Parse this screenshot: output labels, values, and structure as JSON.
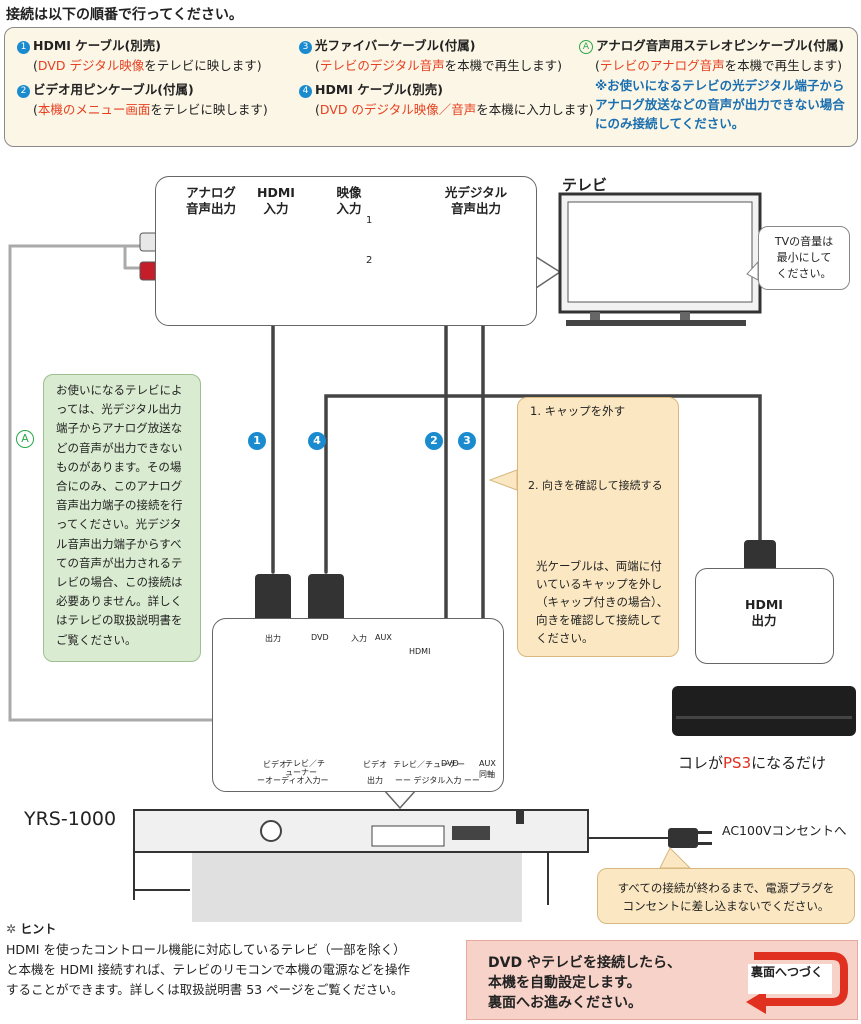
{
  "page_title": "接続は以下の順番で行ってください。",
  "legend": {
    "item1": {
      "num": "1",
      "title": "HDMI ケーブル(別売)",
      "desc_pre": "(",
      "desc_red": "DVD デジタル映像",
      "desc_post": "をテレビに映します)"
    },
    "item2": {
      "num": "2",
      "title": "ビデオ用ピンケーブル(付属)",
      "desc_pre": "(",
      "desc_red": "本機のメニュー画面",
      "desc_post": "をテレビに映します)"
    },
    "item3": {
      "num": "3",
      "title": "光ファイバーケーブル(付属)",
      "desc_pre": "(",
      "desc_red": "テレビのデジタル音声",
      "desc_post": "を本機で再生します)"
    },
    "item4": {
      "num": "4",
      "title": "HDMI ケーブル(別売)",
      "desc_pre": "(",
      "desc_red": "DVD のデジタル映像／音声",
      "desc_post": "を本機に入力します)"
    },
    "itemA": {
      "num": "A",
      "title": "アナログ音声用ステレオピンケーブル(付属)",
      "desc_pre": "(",
      "desc_red": "テレビのアナログ音声",
      "desc_post": "を本機で再生します)",
      "note": "※お使いになるテレビの光デジタル端子からアナログ放送などの音声が出力できない場合にのみ接続してください。"
    }
  },
  "tv_panel": {
    "analog_out": [
      "アナログ",
      "音声出力"
    ],
    "hdmi_in": [
      "HDMI",
      "入力"
    ],
    "video_in": [
      "映像",
      "入力"
    ],
    "optical_out": [
      "光デジタル",
      "音声出力"
    ],
    "jack1": "1",
    "jack2": "2"
  },
  "tv_label": "テレビ",
  "tv_volume_note": [
    "TVの音量は",
    "最小にして",
    "ください。"
  ],
  "cable_badges": {
    "b1": "1",
    "b4": "4",
    "b2": "2",
    "b3": "3",
    "bA": "A"
  },
  "green_note": "お使いになるテレビによっては、光デジタル出力端子からアナログ放送などの音声が出力できないものがあります。その場合にのみ、このアナログ音声出力端子の接続を行ってください。光デジタル音声出力端子からすべての音声が出力されるテレビの場合、この接続は必要ありません。詳しくはテレビの取扱説明書をご覧ください。",
  "cap_note": {
    "step1": "1. キャップを外す",
    "step2": "2. 向きを確認して接続する",
    "body": "光ケーブルは、両端に付いているキャップを外し（キャップ付きの場合）、向きを確認して接続してください。"
  },
  "hdmi_out": [
    "HDMI",
    "出力"
  ],
  "ps3_caption": {
    "pre": "コレが",
    "red": "PS3",
    "post": "になるだけ"
  },
  "receiver_panel": {
    "hdmi_out": "出力",
    "dvd": "DVD",
    "input": "入力",
    "aux": "AUX",
    "hdmi": "HDMI",
    "video": "ビデオ",
    "tv_tuner": "テレビ／チューナー",
    "audio_input": "ーオーディオ入力ー",
    "video2": "ビデオ",
    "out": "出力",
    "tv_tuner2": "テレビ／チューナー",
    "dvd2": "DVD",
    "digital_input": "ーー デジタル入力 ーー",
    "aux2": "AUX",
    "coax": "同軸"
  },
  "device_name": "YRS-1000",
  "ac_label": "AC100Vコンセントへ",
  "plug_note": [
    "すべての接続が終わるまで、電源プラグを",
    "コンセントに差し込まないでください。"
  ],
  "hint": {
    "title": "ヒント",
    "body": "HDMI を使ったコントロール機能に対応しているテレビ（一部を除く）と本機を HDMI 接続すれば、テレビのリモコンで本機の電源などを操作することができます。詳しくは取扱説明書 53 ページをご覧ください。"
  },
  "setup_box": {
    "lines": [
      "DVD やテレビを接続したら、",
      "本機を自動設定します。",
      "裏面へお進みください。"
    ],
    "back": "裏面へつづく"
  }
}
